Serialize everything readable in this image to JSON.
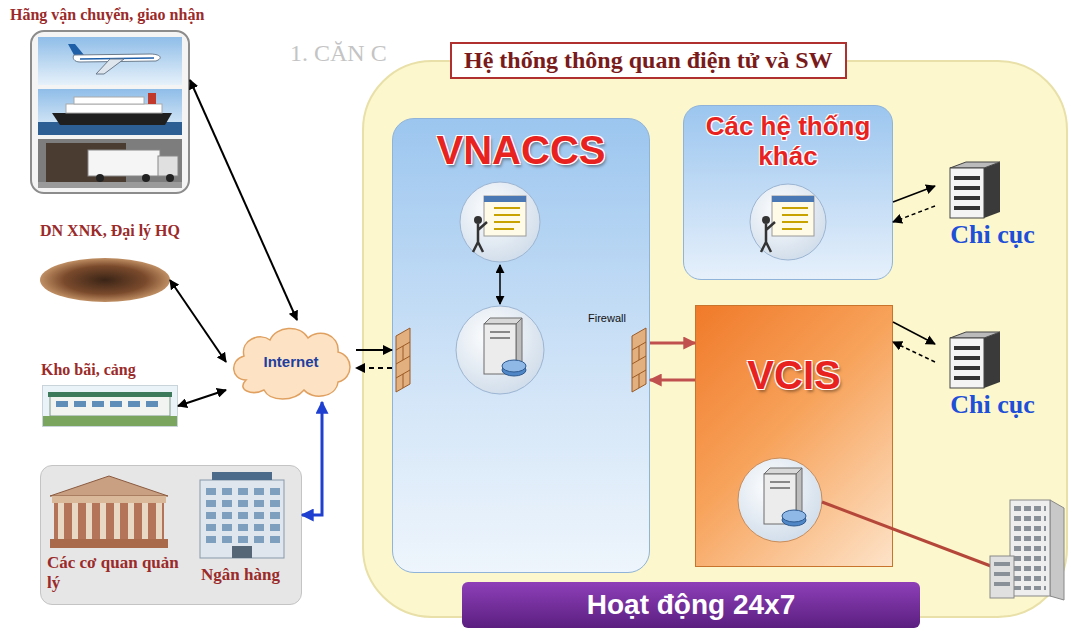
{
  "diagram": {
    "nodes": [
      {
        "text": [
          "Hãng vận chuyển, giao nhận"
        ]
      },
      {
        "text": [
          "DN XNK, Đại lý HQ"
        ]
      },
      {
        "text": [
          "Kho bãi, cảng"
        ]
      },
      {
        "text": [
          "Các cơ quan quản lý",
          "Ngân hàng"
        ]
      },
      {
        "text": [
          "Internet"
        ]
      },
      {
        "text": [
          "Hệ thống thông quan điện tử và SW"
        ]
      },
      {
        "text": [
          "VNACCS"
        ],
        "in": 5
      },
      {
        "text": [
          "Các hệ thống khác"
        ],
        "in": 5
      },
      {
        "text": [
          "Chi cục"
        ],
        "in": 5
      },
      {
        "text": [
          "VCIS"
        ],
        "in": 5
      },
      {
        "text": [
          "Chi cục"
        ],
        "in": 5
      },
      {
        "text": [
          "Hoạt động 24x7"
        ],
        "in": 5
      }
    ],
    "edges": [
      {
        "from": 0,
        "to": 4,
        "arrow": "both"
      },
      {
        "from": 1,
        "to": 4,
        "arrow": "both"
      },
      {
        "from": 2,
        "to": 4,
        "arrow": "both"
      },
      {
        "from": 3,
        "to": 4,
        "arrow": "both"
      },
      {
        "from": 4,
        "to": 6,
        "arrow": "to"
      },
      {
        "from": 6,
        "to": 4,
        "arrow": "to"
      },
      {
        "from": 6,
        "to": 9,
        "arrow": "to"
      },
      {
        "from": 9,
        "to": 6,
        "arrow": "to"
      },
      {
        "from": 7,
        "to": 8,
        "arrow": "to"
      },
      {
        "from": 8,
        "to": 7,
        "arrow": "to"
      },
      {
        "from": 9,
        "to": 10,
        "arrow": "to"
      },
      {
        "from": 10,
        "to": 9,
        "arrow": "to"
      }
    ],
    "labels": [
      "1. CĂN C",
      "Firewall"
    ]
  }
}
